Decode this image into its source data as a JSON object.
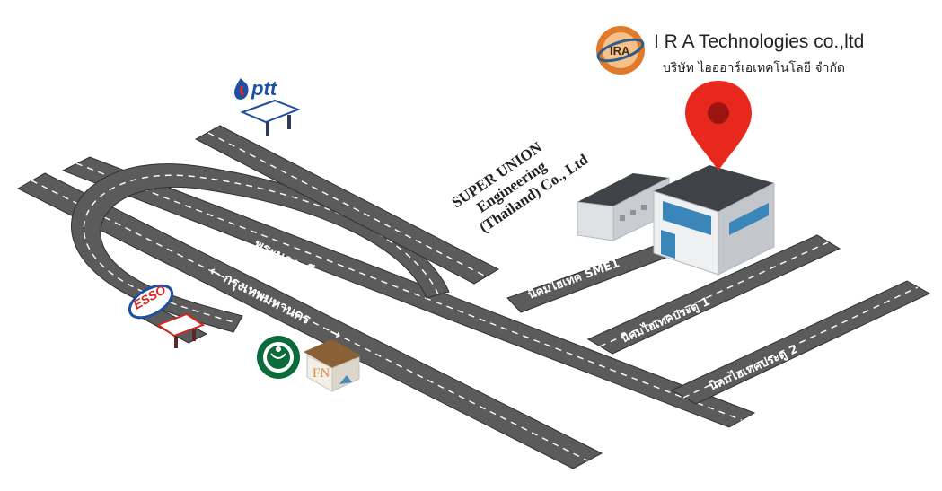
{
  "company": {
    "logo_text": "IRA",
    "name": "I R A Technologies co.,ltd",
    "name_thai": "บริษัท ไอออาร์เอเทคโนโลยี จำกัด"
  },
  "neighbor": {
    "lines": [
      "SUPER UNION",
      "Engineering",
      "(Thailand) Co., Ltd"
    ]
  },
  "brands": {
    "ptt": "ptt",
    "esso": "ESSO",
    "fn": "FN"
  },
  "roads": {
    "highway_upper": "พระนครศรีอยุธยา",
    "highway_lower": "กรุงเทพมหานคร",
    "soi_sme1": "นิคมไฮเทค SME1",
    "gate_1": "นิคมไฮเทคประตู 1",
    "gate_2": "นิคมไฮเทคประตู 2"
  },
  "colors": {
    "pin": "#e8281c",
    "road": "#5b5b5b",
    "roof": "#3f4347",
    "wall": "#dfe2e5",
    "window": "#3b86b8",
    "ptt_blue": "#1f4fa3",
    "esso_red": "#d9261c",
    "starbucks_green": "#0b6b3a"
  },
  "icons": [
    "map-pin-icon",
    "ira-logo-icon",
    "ptt-logo-icon",
    "esso-logo-icon",
    "starbucks-logo-icon",
    "gas-station-icon",
    "building-icon"
  ]
}
